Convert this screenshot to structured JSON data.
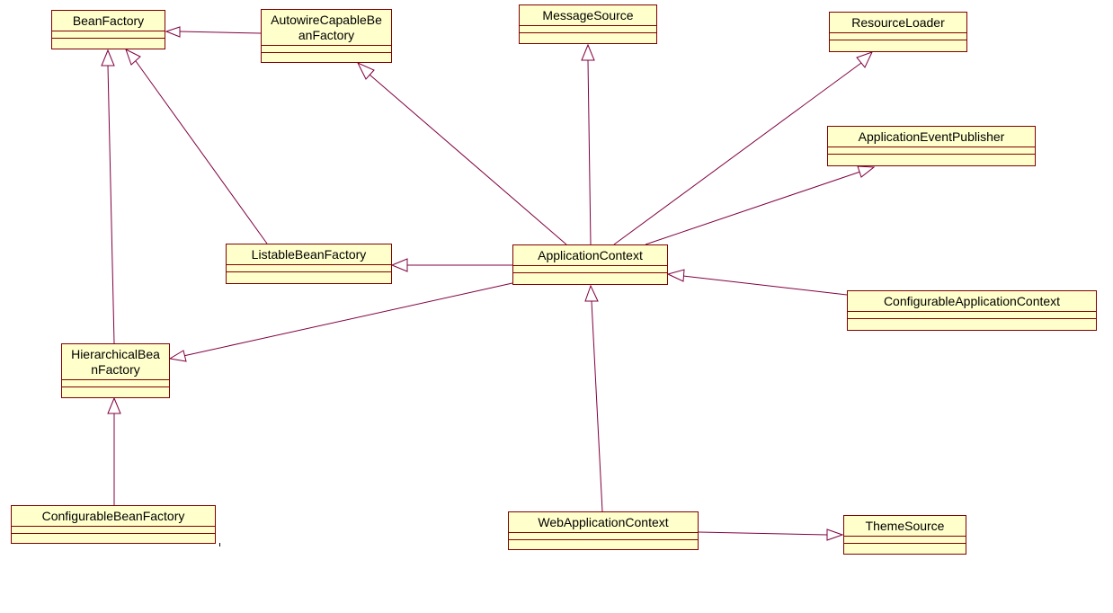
{
  "classes": {
    "bean_factory": "BeanFactory",
    "autowire_capable_bean_factory": "AutowireCapableBe\nanFactory",
    "message_source": "MessageSource",
    "resource_loader": "ResourceLoader",
    "application_event_publisher": "ApplicationEventPublisher",
    "listable_bean_factory": "ListableBeanFactory",
    "application_context": "ApplicationContext",
    "configurable_application_context": "ConfigurableApplicationContext",
    "hierarchical_bean_factory": "HierarchicalBea\nnFactory",
    "configurable_bean_factory": "ConfigurableBeanFactory",
    "web_application_context": "WebApplicationContext",
    "theme_source": "ThemeSource"
  },
  "relationships": [
    {
      "type": "generalization",
      "from": "AutowireCapableBeanFactory",
      "to": "BeanFactory"
    },
    {
      "type": "generalization",
      "from": "ListableBeanFactory",
      "to": "BeanFactory"
    },
    {
      "type": "generalization",
      "from": "HierarchicalBeanFactory",
      "to": "BeanFactory"
    },
    {
      "type": "generalization",
      "from": "ApplicationContext",
      "to": "AutowireCapableBeanFactory"
    },
    {
      "type": "generalization",
      "from": "ApplicationContext",
      "to": "MessageSource"
    },
    {
      "type": "generalization",
      "from": "ApplicationContext",
      "to": "ResourceLoader"
    },
    {
      "type": "generalization",
      "from": "ApplicationContext",
      "to": "ApplicationEventPublisher"
    },
    {
      "type": "generalization",
      "from": "ApplicationContext",
      "to": "ListableBeanFactory"
    },
    {
      "type": "generalization",
      "from": "ApplicationContext",
      "to": "HierarchicalBeanFactory"
    },
    {
      "type": "generalization",
      "from": "ConfigurableApplicationContext",
      "to": "ApplicationContext"
    },
    {
      "type": "generalization",
      "from": "WebApplicationContext",
      "to": "ApplicationContext"
    },
    {
      "type": "generalization",
      "from": "ConfigurableBeanFactory",
      "to": "HierarchicalBeanFactory"
    },
    {
      "type": "generalization",
      "from": "WebApplicationContext",
      "to": "ThemeSource"
    }
  ],
  "colors": {
    "box_fill": "#ffffcc",
    "box_border": "#800000",
    "edge": "#800040",
    "background": "#ffffff"
  }
}
